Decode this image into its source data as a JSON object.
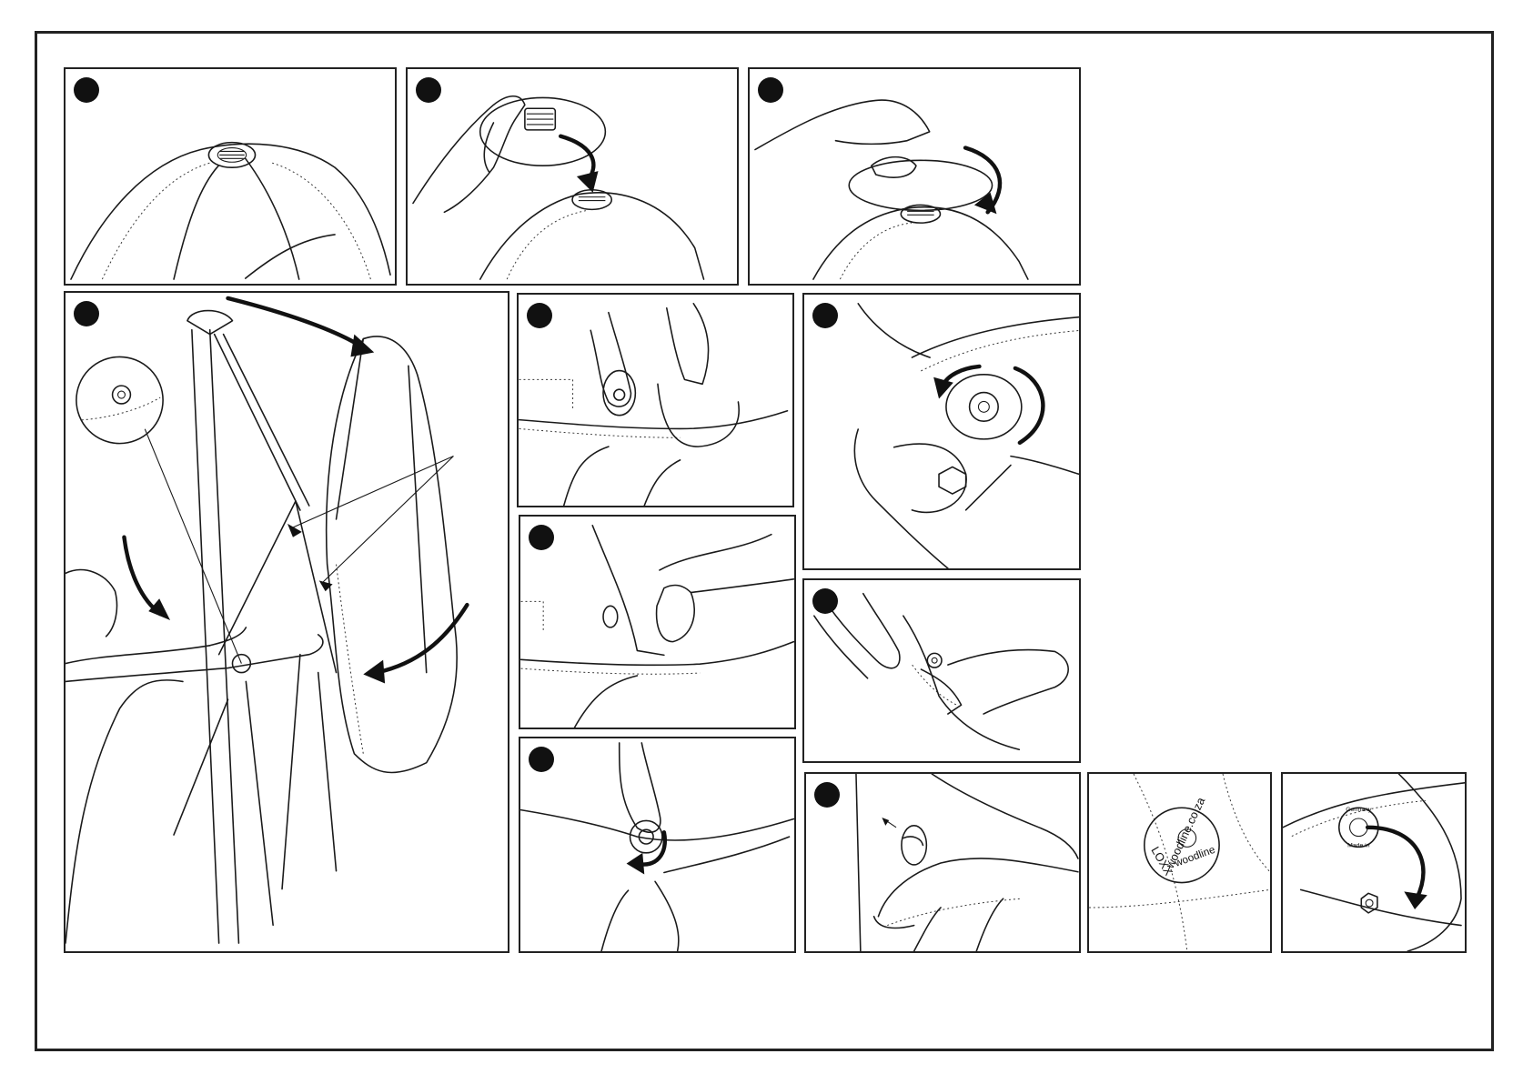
{
  "sheet": {
    "title": "",
    "steps": [
      {
        "id": "step-1",
        "icon": "canopy-top-thread-icon"
      },
      {
        "id": "step-2",
        "icon": "hand-holding-cap-icon"
      },
      {
        "id": "step-3",
        "icon": "screw-cap-onto-canopy-icon"
      },
      {
        "id": "step-4",
        "icon": "person-fitting-canopy-icon"
      },
      {
        "id": "step-5",
        "icon": "finger-on-button-icon"
      },
      {
        "id": "step-6",
        "icon": "tighten-disc-with-wrench-icon"
      },
      {
        "id": "step-7",
        "icon": "button-on-pocket-icon"
      },
      {
        "id": "step-8",
        "icon": "turn-nut-icon"
      },
      {
        "id": "step-9",
        "icon": "pinch-button-icon"
      },
      {
        "id": "step-10",
        "icon": "pull-knob-icon"
      },
      {
        "id": "step-11",
        "icon": "brand-badge-icon"
      },
      {
        "id": "step-12",
        "icon": "press-badge-onto-stud-icon"
      }
    ]
  },
  "badge": {
    "line1": "woodline.co.za",
    "line2": "woodline",
    "line3": "LOXX"
  },
  "badge_small": {
    "line1": "Germany",
    "line2": "Made in"
  }
}
